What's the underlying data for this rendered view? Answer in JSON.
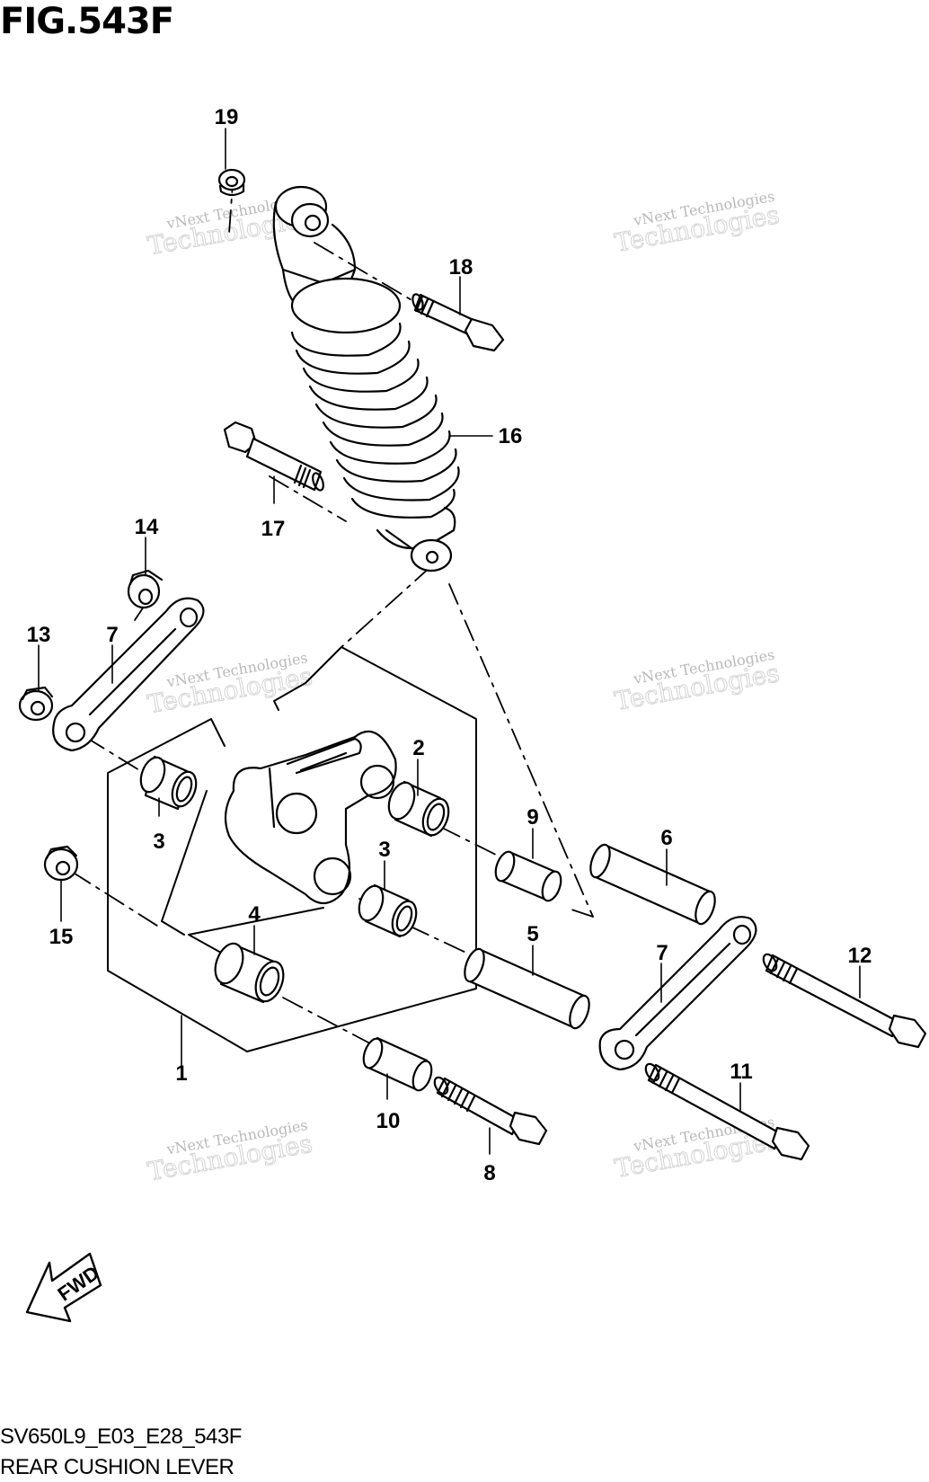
{
  "figure": {
    "title": "FIG.543F",
    "model_code": "SV650L9_E03_E28_543F",
    "name": "REAR CUSHION LEVER"
  },
  "fwd_label": "FWD",
  "watermark": {
    "line1": "vNext Technologies",
    "line2": "vNext",
    "line3": "Technologies"
  },
  "callouts": [
    "19",
    "18",
    "16",
    "17",
    "14",
    "13",
    "7",
    "2",
    "3",
    "9",
    "6",
    "3",
    "4",
    "15",
    "5",
    "7",
    "12",
    "1",
    "11",
    "10",
    "8"
  ]
}
